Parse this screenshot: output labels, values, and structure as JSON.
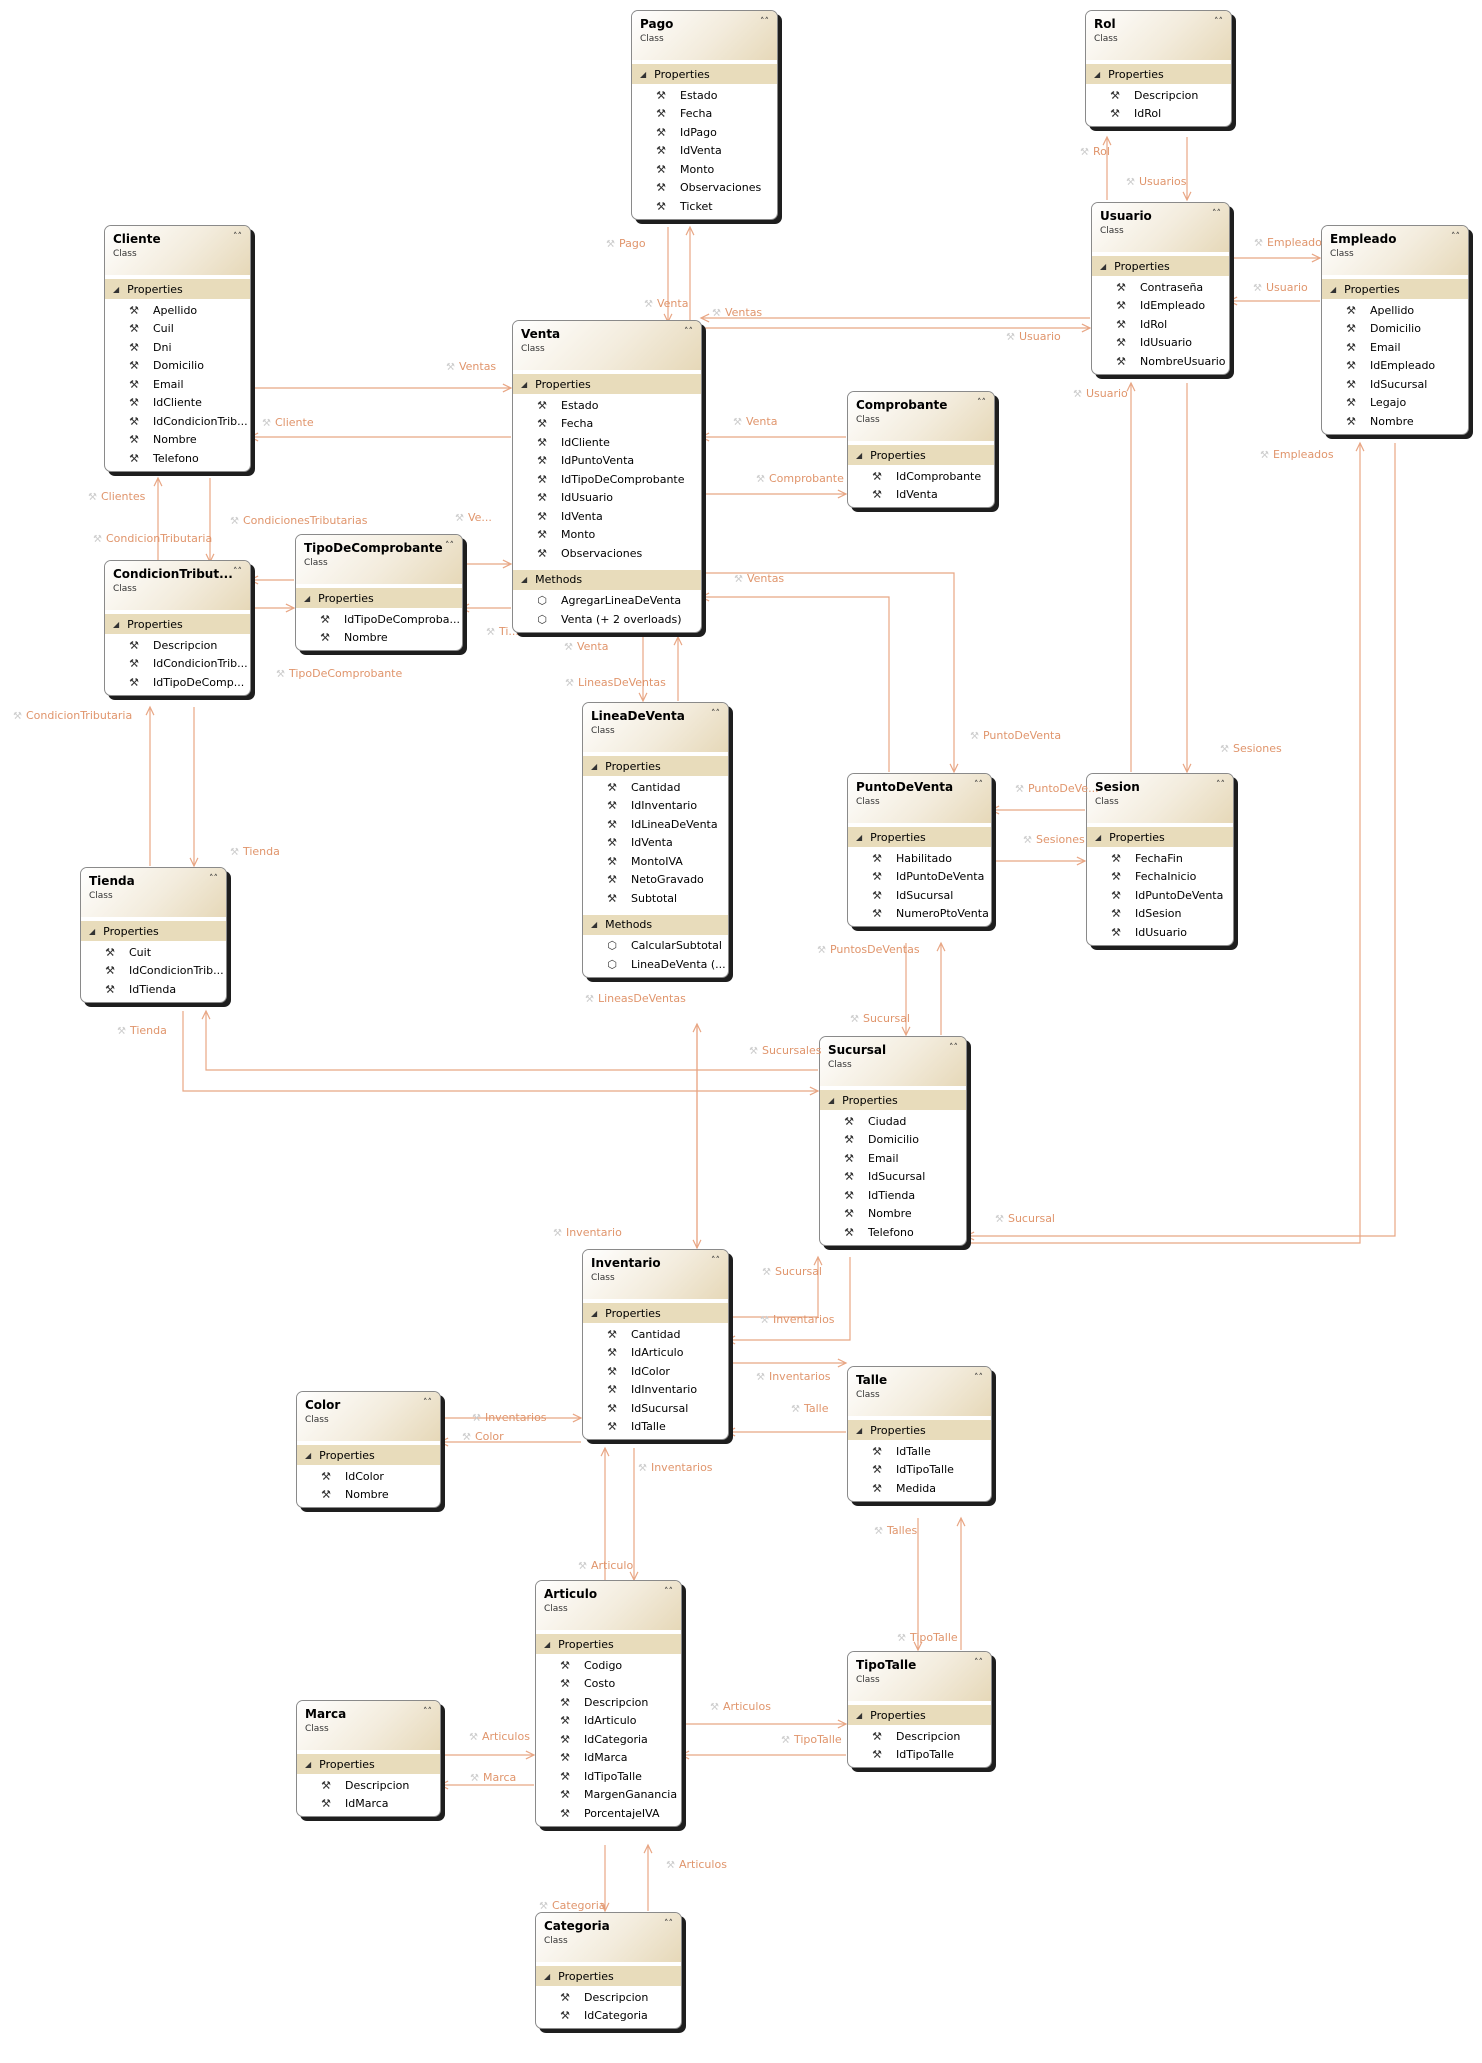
{
  "diagram": {
    "stereotype": "Class",
    "properties_label": "Properties",
    "methods_label": "Methods",
    "line_color": "#e8a684",
    "classes": [
      {
        "id": "pago",
        "name": "Pago",
        "properties": [
          "Estado",
          "Fecha",
          "IdPago",
          "IdVenta",
          "Monto",
          "Observaciones",
          "Ticket"
        ]
      },
      {
        "id": "rol",
        "name": "Rol",
        "properties": [
          "Descripcion",
          "IdRol"
        ]
      },
      {
        "id": "cliente",
        "name": "Cliente",
        "properties": [
          "Apellido",
          "Cuil",
          "Dni",
          "Domicilio",
          "Email",
          "IdCliente",
          "IdCondicionTrib...",
          "Nombre",
          "Telefono"
        ]
      },
      {
        "id": "usuario",
        "name": "Usuario",
        "properties": [
          "Contraseña",
          "IdEmpleado",
          "IdRol",
          "IdUsuario",
          "NombreUsuario"
        ]
      },
      {
        "id": "empleado",
        "name": "Empleado",
        "properties": [
          "Apellido",
          "Domicilio",
          "Email",
          "IdEmpleado",
          "IdSucursal",
          "Legajo",
          "Nombre"
        ]
      },
      {
        "id": "venta",
        "name": "Venta",
        "properties": [
          "Estado",
          "Fecha",
          "IdCliente",
          "IdPuntoVenta",
          "IdTipoDeComprobante",
          "IdUsuario",
          "IdVenta",
          "Monto",
          "Observaciones"
        ],
        "methods": [
          "AgregarLineaDeVenta",
          "Venta (+ 2 overloads)"
        ]
      },
      {
        "id": "comprobante",
        "name": "Comprobante",
        "properties": [
          "IdComprobante",
          "IdVenta"
        ]
      },
      {
        "id": "condicion",
        "name": "CondicionTribut...",
        "properties": [
          "Descripcion",
          "IdCondicionTrib...",
          "IdTipoDeComp..."
        ]
      },
      {
        "id": "tipocomp",
        "name": "TipoDeComprobante",
        "properties": [
          "IdTipoDeComproba...",
          "Nombre"
        ]
      },
      {
        "id": "linea",
        "name": "LineaDeVenta",
        "properties": [
          "Cantidad",
          "IdInventario",
          "IdLineaDeVenta",
          "IdVenta",
          "MontoIVA",
          "NetoGravado",
          "Subtotal"
        ],
        "methods": [
          "CalcularSubtotal",
          "LineaDeVenta    (..."
        ]
      },
      {
        "id": "puntoventa",
        "name": "PuntoDeVenta",
        "properties": [
          "Habilitado",
          "IdPuntoDeVenta",
          "IdSucursal",
          "NumeroPtoVenta"
        ]
      },
      {
        "id": "sesion",
        "name": "Sesion",
        "properties": [
          "FechaFin",
          "FechaInicio",
          "IdPuntoDeVenta",
          "IdSesion",
          "IdUsuario"
        ]
      },
      {
        "id": "tienda",
        "name": "Tienda",
        "properties": [
          "Cuit",
          "IdCondicionTrib...",
          "IdTienda"
        ]
      },
      {
        "id": "sucursal",
        "name": "Sucursal",
        "properties": [
          "Ciudad",
          "Domicilio",
          "Email",
          "IdSucursal",
          "IdTienda",
          "Nombre",
          "Telefono"
        ]
      },
      {
        "id": "inventario",
        "name": "Inventario",
        "properties": [
          "Cantidad",
          "IdArticulo",
          "IdColor",
          "IdInventario",
          "IdSucursal",
          "IdTalle"
        ]
      },
      {
        "id": "color",
        "name": "Color",
        "properties": [
          "IdColor",
          "Nombre"
        ]
      },
      {
        "id": "talle",
        "name": "Talle",
        "properties": [
          "IdTalle",
          "IdTipoTalle",
          "Medida"
        ]
      },
      {
        "id": "articulo",
        "name": "Articulo",
        "properties": [
          "Codigo",
          "Costo",
          "Descripcion",
          "IdArticulo",
          "IdCategoria",
          "IdMarca",
          "IdTipoTalle",
          "MargenGanancia",
          "PorcentajeIVA"
        ]
      },
      {
        "id": "tipotalle",
        "name": "TipoTalle",
        "properties": [
          "Descripcion",
          "IdTipoTalle"
        ]
      },
      {
        "id": "marca",
        "name": "Marca",
        "properties": [
          "Descripcion",
          "IdMarca"
        ]
      },
      {
        "id": "categoria",
        "name": "Categoria",
        "properties": [
          "Descripcion",
          "IdCategoria"
        ]
      }
    ],
    "labels": [
      "Pago",
      "Venta",
      "Ventas",
      "Rol",
      "Usuarios",
      "Usuario",
      "Empleado",
      "Usuario",
      "Usuario",
      "Ventas",
      "Cliente",
      "Venta",
      "Comprobante",
      "Empleados",
      "Clientes",
      "CondicionesTributarias",
      "Ve...",
      "CondicionTributaria",
      "Ventas",
      "Ti...",
      "Venta",
      "TipoDeComprobante",
      "LineasDeVentas",
      "CondicionTributaria",
      "PuntoDeVenta",
      "Sesiones",
      "PuntoDeVe...",
      "Sesiones",
      "Tienda",
      "PuntosDeVentas",
      "Sucursal",
      "LineasDeVentas",
      "Tienda",
      "Sucursales",
      "Sucursal",
      "Inventario",
      "Sucursal",
      "Inventarios",
      "Inventarios",
      "Talle",
      "Inventarios",
      "Color",
      "Inventarios",
      "Talles",
      "Articulo",
      "TipoTalle",
      "Articulos",
      "Articulos",
      "TipoTalle",
      "Marca",
      "Articulos",
      "Categoria"
    ]
  }
}
